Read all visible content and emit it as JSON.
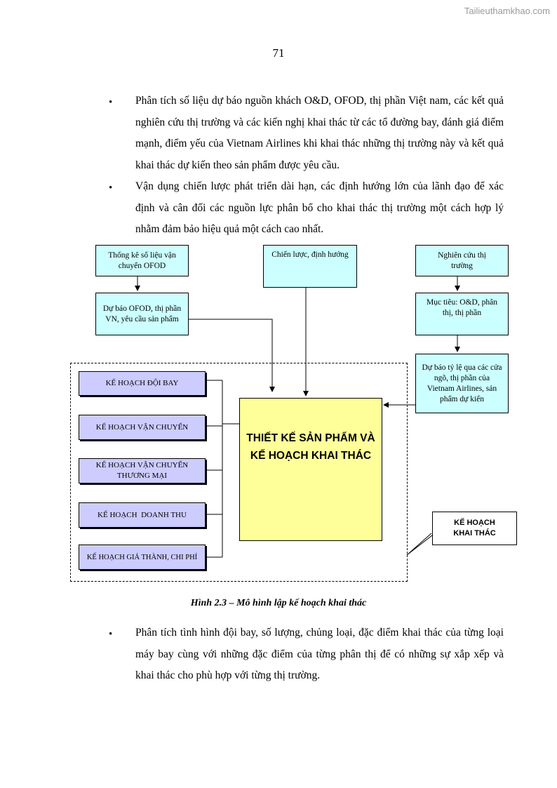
{
  "watermark": "Tailieuthamkhao.com",
  "page_number": "71",
  "bullets_top": [
    "Phân tích số liệu dự báo nguồn khách O&D, OFOD, thị phần Việt nam, các kết quả nghiên cứu thị trường và các kiến nghị khai thác từ các tổ đường bay, đánh giá điểm mạnh, điểm yếu của Vietnam Airlines khi khai thác những thị trường này và kết quả khai thác dự kiến theo sản phẩm được yêu cầu.",
    "Vận dụng chiến lược phát triển dài hạn, các định hướng lớn của lãnh đạo để xác định và cân đối các nguồn lực phân bổ cho khai thác thị trường một cách hợp lý nhằm đảm bảo hiệu quả một cách cao nhất."
  ],
  "bullet_symbol": "•",
  "diagram": {
    "stats_box": "Thống kê số liệu vận chuyển OFOD",
    "forecast_box": "Dự báo OFOD, thị phần VN, yêu cầu sản phẩm",
    "strategy_box": "Chiến lược, định hướng",
    "research_box": "Nghiên cứu thị trường",
    "target_box": "Mục tiêu: O&D, phân thị, thị phần",
    "ratio_box": "Dự báo tỷ lệ qua các cửa ngõ, thị phần của Vietnam Airlines, sản phẩm dự kiến",
    "center_box": "THIẾT KẾ SẢN PHẨM VÀ KẾ HOẠCH KHAI THÁC",
    "plans": [
      "KẾ HOẠCH ĐỘI BAY",
      "KẾ HOẠCH VẬN CHUYỂN",
      "KẾ HOẠCH VẬN CHUYỂN THƯƠNG MẠI",
      "KẾ HOẠCH  DOANH THU",
      "KẾ HOẠCH GIÁ THÀNH, CHI PHÍ"
    ],
    "legend_box": "KẾ HOẠCH KHAI THÁC"
  },
  "caption": "Hình 2.3 – Mô hình lập kế hoạch khai thác",
  "bullets_bottom": [
    "Phân tích tình hình đội bay, số lượng, chủng loại, đặc điểm khai thác của từng loại máy bay cùng với những đặc điểm của từng phân thị để có những sự xắp xếp và khai thác cho phù hợp với từng thị trường."
  ]
}
